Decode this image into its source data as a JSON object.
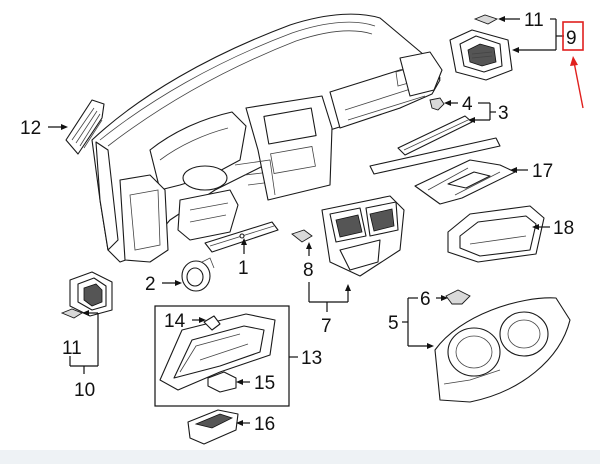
{
  "callouts": {
    "c1": "1",
    "c2": "2",
    "c3": "3",
    "c4": "4",
    "c5": "5",
    "c6": "6",
    "c7": "7",
    "c8": "8",
    "c9": "9",
    "c10": "10",
    "c11_top": "11",
    "c11_left": "11",
    "c12": "12",
    "c13": "13",
    "c14": "14",
    "c15": "15",
    "c16": "16",
    "c17": "17",
    "c18": "18"
  },
  "colors": {
    "highlight_box": "#e0201e",
    "highlight_arrow": "#e0201e",
    "line": "#111111",
    "footer_band": "#eef2f5"
  }
}
